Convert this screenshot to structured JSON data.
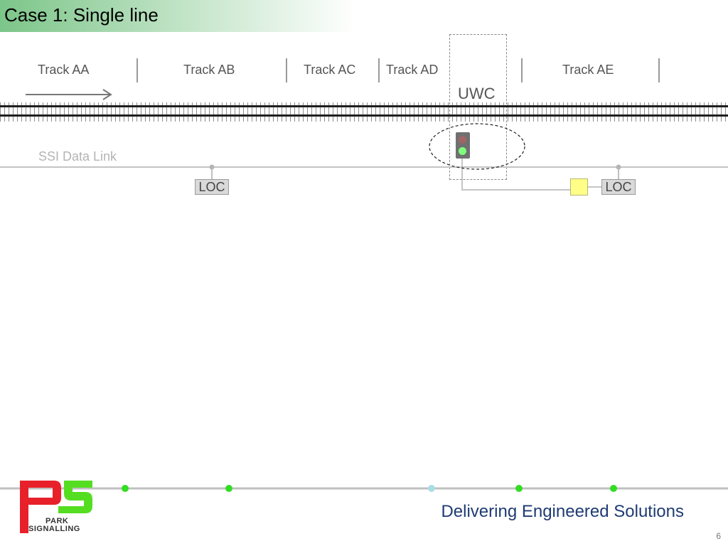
{
  "slide": {
    "title": "Case 1: Single line",
    "page_number": "6"
  },
  "tracks": [
    {
      "label": "Track AA"
    },
    {
      "label": "Track AB"
    },
    {
      "label": "Track AC"
    },
    {
      "label": "Track AD"
    },
    {
      "label": "Track AE"
    }
  ],
  "uwc": {
    "label": "UWC"
  },
  "data_link": {
    "label": "SSI Data Link"
  },
  "loc_units": [
    {
      "label": "LOC"
    },
    {
      "label": "LOC"
    }
  ],
  "signal": {
    "aspect": "green",
    "colors": {
      "red_lamp": "#a06565",
      "green_lamp": "#7dff7d"
    }
  },
  "footer": {
    "tagline": "Delivering Engineered Solutions",
    "logo_text_line1": "PARK",
    "logo_text_line2": "SIGNALLING",
    "dot_colors": [
      "#33dd22",
      "#33dd22",
      "#aadde6",
      "#33dd22",
      "#33dd22"
    ]
  },
  "colors": {
    "title_green": "#7cc589",
    "brand_red": "#e8202a",
    "brand_green": "#55dd22",
    "tagline_blue": "#1f3b73"
  }
}
